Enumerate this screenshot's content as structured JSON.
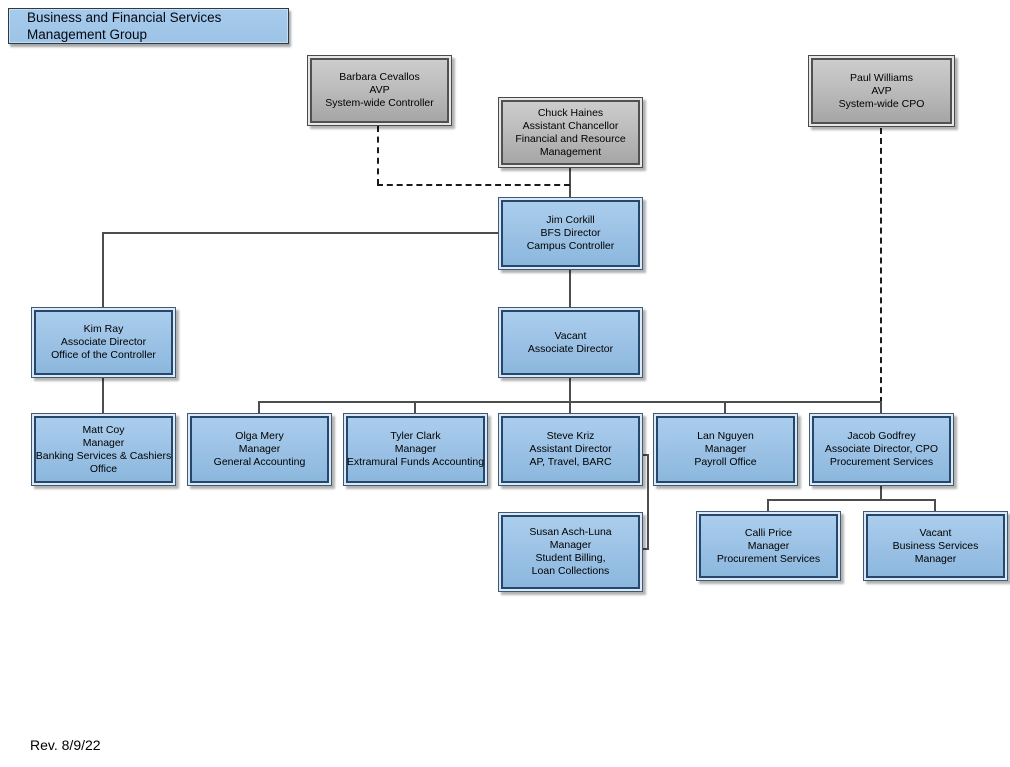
{
  "page": {
    "title_line1": "Business and Financial Services",
    "title_line2": "Management Group",
    "revision": "Rev. 8/9/22"
  },
  "colors": {
    "box_blue_fill": "#9DC3E6",
    "box_blue_border": "#1F4E79",
    "box_gray_fill": "#BFBFBF",
    "box_gray_border": "#404040",
    "connector_solid": "#4D4D4D",
    "connector_dashed": "#1A1A1A",
    "background": "#FFFFFF"
  },
  "people": {
    "barbara": {
      "lines": [
        "Barbara Cevallos",
        "AVP",
        "System-wide Controller"
      ]
    },
    "chuck": {
      "lines": [
        "Chuck Haines",
        "Assistant Chancellor",
        "Financial and Resource",
        "Management"
      ]
    },
    "paul": {
      "lines": [
        "Paul Williams",
        "AVP",
        "System-wide CPO"
      ]
    },
    "jim": {
      "lines": [
        "Jim Corkill",
        "BFS Director",
        "Campus Controller"
      ]
    },
    "kim": {
      "lines": [
        "Kim Ray",
        "Associate Director",
        "Office of the Controller"
      ]
    },
    "vacant_ad": {
      "lines": [
        "Vacant",
        "Associate Director"
      ]
    },
    "matt": {
      "lines": [
        "Matt Coy",
        "Manager",
        "Banking Services & Cashiers",
        "Office"
      ]
    },
    "olga": {
      "lines": [
        "Olga Mery",
        "Manager",
        "General Accounting"
      ]
    },
    "tyler": {
      "lines": [
        "Tyler Clark",
        "Manager",
        "Extramural Funds Accounting"
      ]
    },
    "steve": {
      "lines": [
        "Steve Kriz",
        "Assistant Director",
        "AP, Travel, BARC"
      ]
    },
    "lan": {
      "lines": [
        "Lan Nguyen",
        "Manager",
        "Payroll Office"
      ]
    },
    "jacob": {
      "lines": [
        "Jacob Godfrey",
        "Associate Director, CPO",
        "Procurement Services"
      ]
    },
    "susan": {
      "lines": [
        "Susan Asch-Luna",
        "Manager",
        "Student Billing,",
        "Loan Collections"
      ]
    },
    "calli": {
      "lines": [
        "Calli Price",
        "Manager",
        "Procurement Services"
      ]
    },
    "vacant_bsm": {
      "lines": [
        "Vacant",
        "Business Services",
        "Manager"
      ]
    }
  }
}
